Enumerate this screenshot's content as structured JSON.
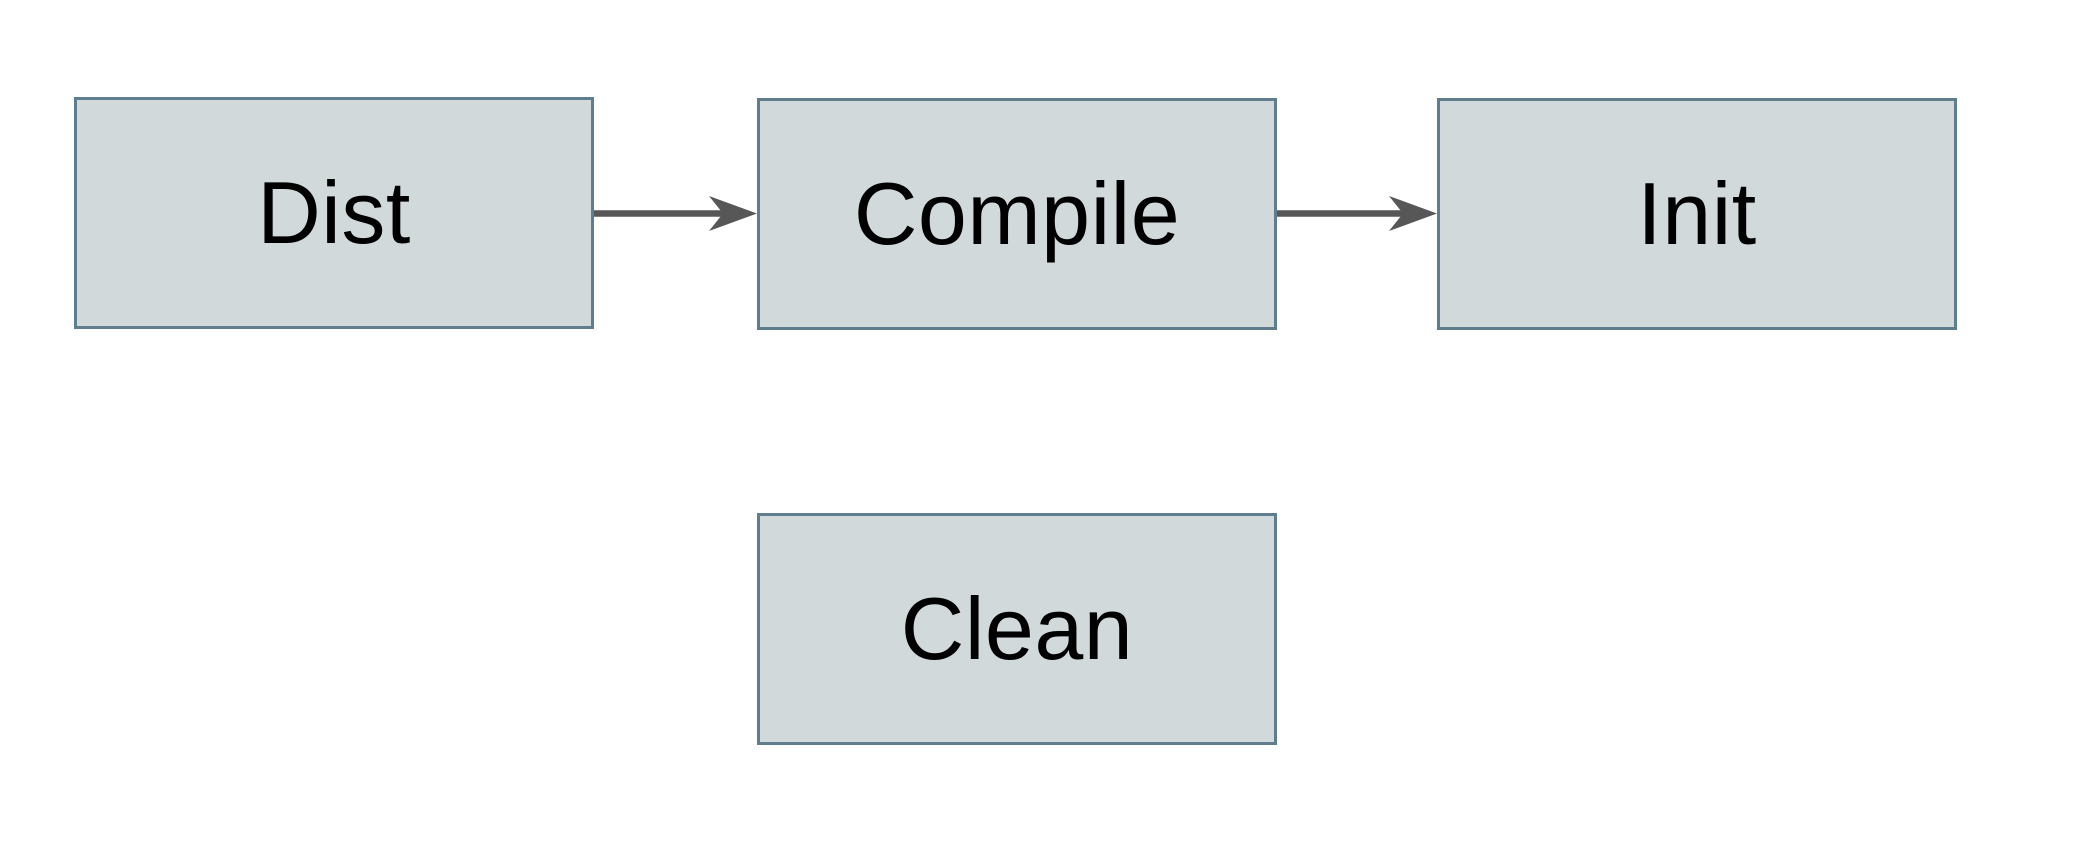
{
  "diagram": {
    "type": "flowchart",
    "nodes": [
      {
        "id": "dist",
        "label": "Dist"
      },
      {
        "id": "compile",
        "label": "Compile"
      },
      {
        "id": "init",
        "label": "Init"
      },
      {
        "id": "clean",
        "label": "Clean"
      }
    ],
    "edges": [
      {
        "from": "Dist",
        "to": "Compile",
        "style": "arrow"
      },
      {
        "from": "Compile",
        "to": "Init",
        "style": "arrow"
      }
    ],
    "colors": {
      "background": "#ffffff",
      "node_fill": "#d2d9db",
      "node_border": "#5f7d8c",
      "arrow": "#575757",
      "text": "#000000"
    }
  }
}
